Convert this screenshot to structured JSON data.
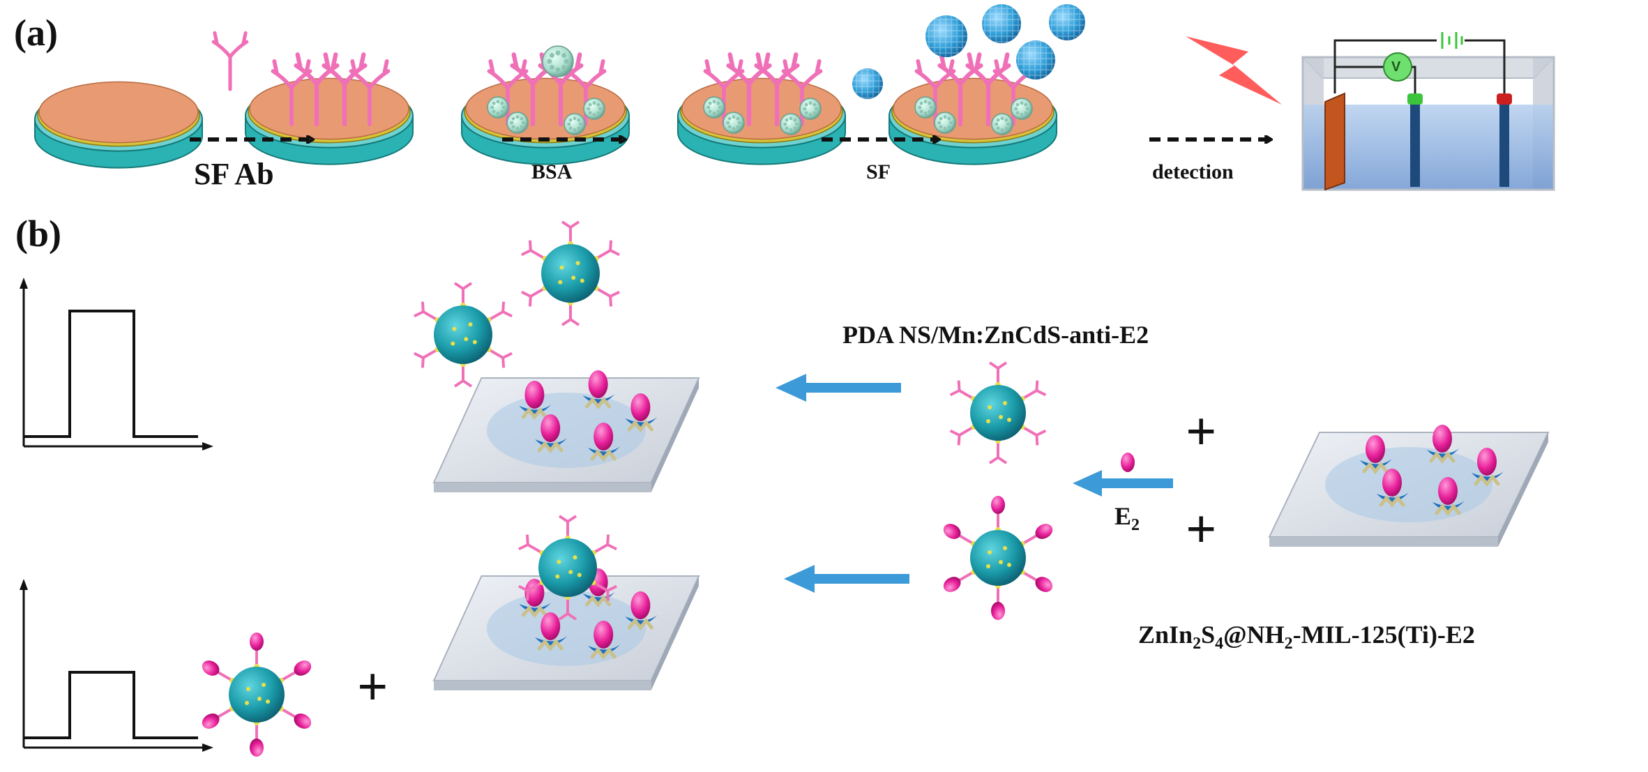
{
  "panels": {
    "a": "(a)",
    "b": "(b)"
  },
  "steps": {
    "sf_ab": "SF Ab",
    "bsa": "BSA",
    "sf": "SF",
    "detection": "detection"
  },
  "labels": {
    "probe": "PDA NS/Mn:ZnCdS-anti-E2",
    "e2_main": "E",
    "e2_sub": "2",
    "substrate_p1": "ZnIn",
    "substrate_s1": "2",
    "substrate_p2": "S",
    "substrate_s2": "4",
    "substrate_p3": "@NH",
    "substrate_s3": "2",
    "substrate_p4": "-MIL-125(Ti)-E2",
    "plus": "+"
  },
  "circuit": {
    "voltmeter": "V"
  },
  "colors": {
    "electrode_top": "#e89a72",
    "electrode_base": "#2bb3b3",
    "electrode_ring": "#d8c23a",
    "antibody": "#f070b8",
    "bsa": "#a8dccc",
    "sf": "#2f9ed8",
    "arrow_blue": "#3d9ad8",
    "bolt": "#ff4a4a",
    "particle": "#1a9aa8",
    "e2": "#e8209a",
    "plate": "#d8dde6",
    "cell_water": "#8fb5e0"
  }
}
